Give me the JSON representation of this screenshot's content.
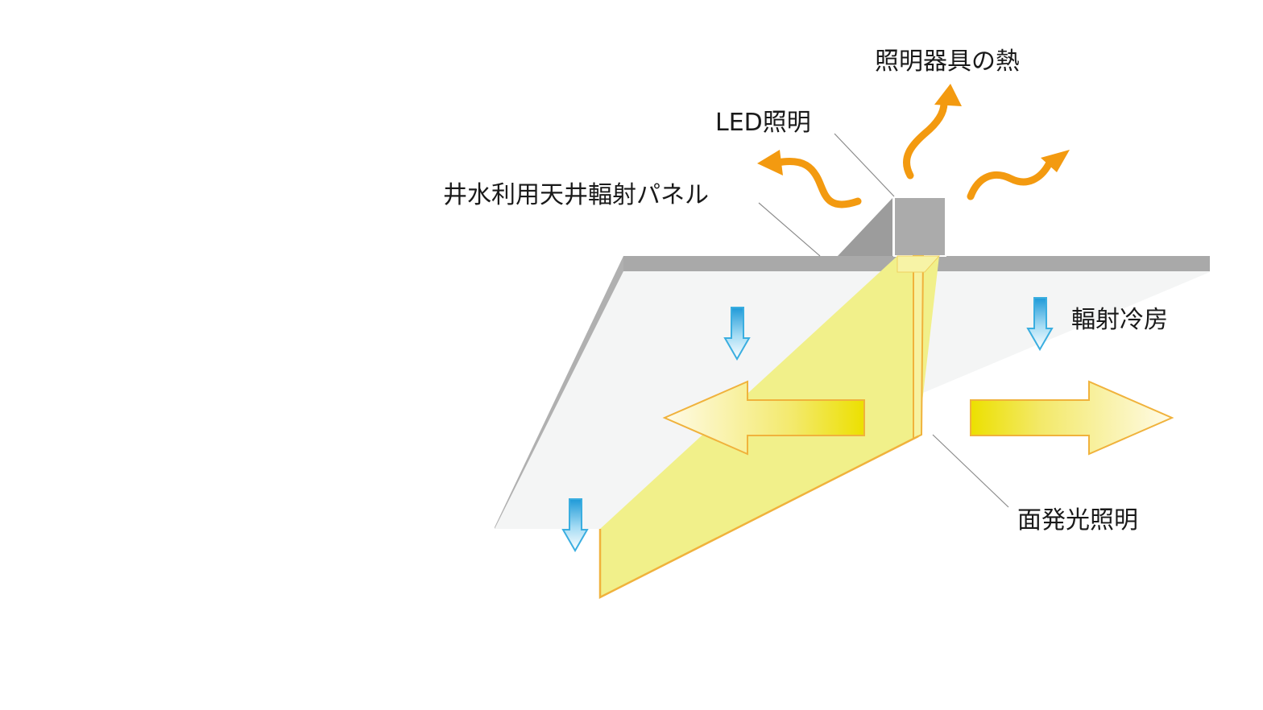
{
  "labels": {
    "fixture_heat": "照明器具の熱",
    "led": "LED照明",
    "panel": "井水利用天井輻射パネル",
    "radiant_cooling": "輻射冷房",
    "surface_light": "面発光照明"
  },
  "colors": {
    "background": "#ffffff",
    "ceiling_top": "#a9a9a9",
    "ceiling_surface": "#f4f5f5",
    "panel_edge": "#b0b0b0",
    "led_box": "#ababab",
    "led_shadow": "#9a9a9a",
    "light_plane": "#f1f08a",
    "light_edge": "#f0b23c",
    "heat_arrow": "#f39a10",
    "cool_arrow_top": "#2aa6e0",
    "cool_arrow_outline": "#3aaee0",
    "light_arrow_solid": "#ece000",
    "light_arrow_fade": "#fffbe8",
    "leader_line": "#8a8a8a"
  },
  "icons": {
    "heat": "wavy-heat-arrow",
    "cooling": "down-cooling-arrow",
    "light": "horizontal-light-arrow"
  }
}
